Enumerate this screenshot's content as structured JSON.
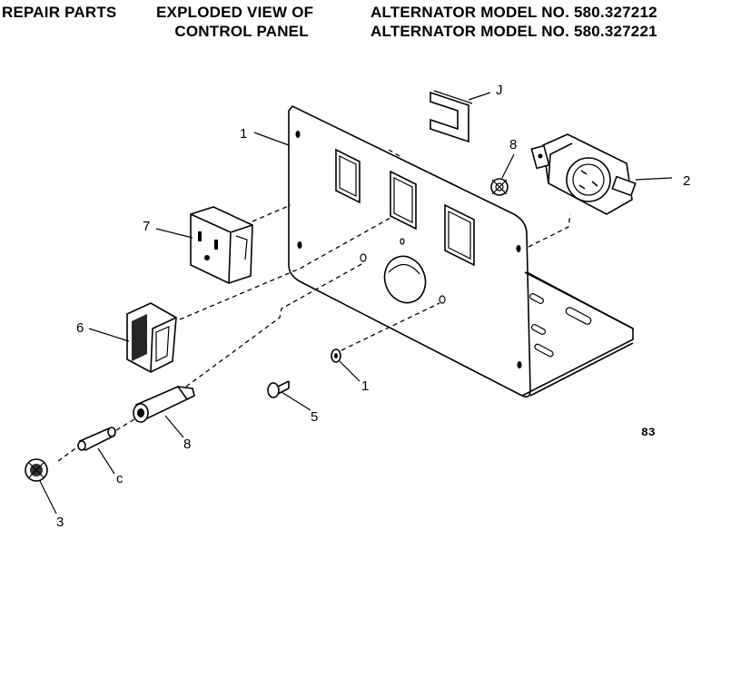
{
  "header": {
    "left": "REPAIR PARTS",
    "middle_line1": "EXPLODED VIEW OF",
    "middle_line2": "CONTROL PANEL",
    "right_line1": "ALTERNATOR MODEL NO. 580.327212",
    "right_line2": "ALTERNATOR MODEL NO. 580.327221"
  },
  "callouts": {
    "c_panel": "1",
    "c_clip": "J",
    "c_nut_top": "8",
    "c_twistlock": "2",
    "c_outlet": "7",
    "c_switch": "6",
    "c_washer": "1",
    "c_screw": "5",
    "c_fuseholder": "8",
    "c_fuse": "c",
    "c_cap": "3"
  },
  "figure_code": "83"
}
